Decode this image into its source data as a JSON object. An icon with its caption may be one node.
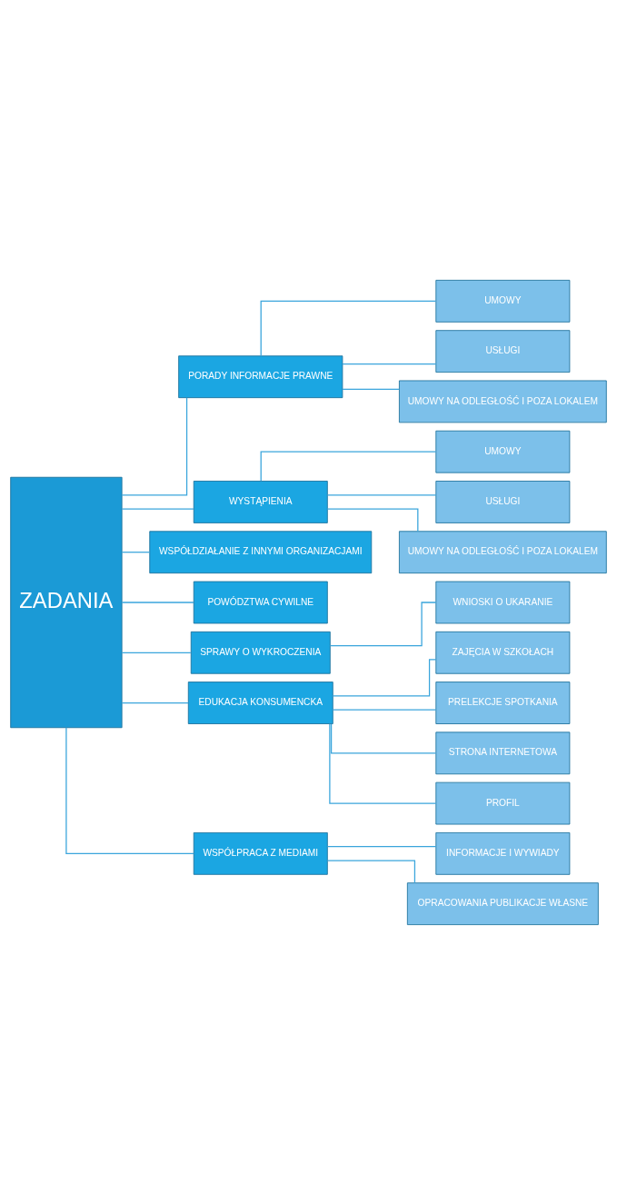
{
  "diagram": {
    "nodes": [
      {
        "text": [
          "ZADANIA"
        ]
      },
      {
        "text": [
          "PORADY INFORMACJE PRAWNE"
        ]
      },
      {
        "text": [
          "UMOWY"
        ]
      },
      {
        "text": [
          "USŁUGI"
        ]
      },
      {
        "text": [
          "UMOWY NA ODLEGŁOŚĆ I POZA LOKALEM"
        ]
      },
      {
        "text": [
          "WYSTĄPIENIA"
        ]
      },
      {
        "text": [
          "UMOWY"
        ]
      },
      {
        "text": [
          "USŁUGI"
        ]
      },
      {
        "text": [
          "UMOWY NA ODLEGŁOŚĆ I POZA LOKALEM"
        ]
      },
      {
        "text": [
          "WSPÓŁDZIAŁANIE Z INNYMI ORGANIZACJAMI"
        ]
      },
      {
        "text": [
          "POWÓDZTWA CYWILNE"
        ]
      },
      {
        "text": [
          "SPRAWY O WYKROCZENIA"
        ]
      },
      {
        "text": [
          "WNIOSKI O UKARANIE"
        ]
      },
      {
        "text": [
          "EDUKACJA KONSUMENCKA"
        ]
      },
      {
        "text": [
          "ZAJĘCIA W SZKOŁACH"
        ]
      },
      {
        "text": [
          "PRELEKCJE SPOTKANIA"
        ]
      },
      {
        "text": [
          "STRONA INTERNETOWA"
        ]
      },
      {
        "text": [
          "PROFIL"
        ]
      },
      {
        "text": [
          "WSPÓŁPRACA Z MEDIAMI"
        ]
      },
      {
        "text": [
          "INFORMACJE I WYWIADY"
        ]
      },
      {
        "text": [
          "OPRACOWANIA PUBLIKACJE WŁASNE"
        ]
      }
    ],
    "edges": [
      {
        "from": 0,
        "to": 1,
        "arrow": "none"
      },
      {
        "from": 1,
        "to": 2,
        "arrow": "none"
      },
      {
        "from": 1,
        "to": 3,
        "arrow": "none"
      },
      {
        "from": 1,
        "to": 4,
        "arrow": "none"
      },
      {
        "from": 0,
        "to": 5,
        "arrow": "none"
      },
      {
        "from": 5,
        "to": 6,
        "arrow": "none"
      },
      {
        "from": 5,
        "to": 7,
        "arrow": "none"
      },
      {
        "from": 5,
        "to": 8,
        "arrow": "none"
      },
      {
        "from": 0,
        "to": 9,
        "arrow": "none"
      },
      {
        "from": 0,
        "to": 10,
        "arrow": "none"
      },
      {
        "from": 0,
        "to": 11,
        "arrow": "none"
      },
      {
        "from": 11,
        "to": 12,
        "arrow": "none"
      },
      {
        "from": 0,
        "to": 13,
        "arrow": "none"
      },
      {
        "from": 13,
        "to": 14,
        "arrow": "none"
      },
      {
        "from": 13,
        "to": 15,
        "arrow": "none"
      },
      {
        "from": 13,
        "to": 16,
        "arrow": "none"
      },
      {
        "from": 13,
        "to": 17,
        "arrow": "none"
      },
      {
        "from": 0,
        "to": 18,
        "arrow": "none"
      },
      {
        "from": 18,
        "to": 19,
        "arrow": "none"
      },
      {
        "from": 18,
        "to": 20,
        "arrow": "none"
      }
    ]
  }
}
